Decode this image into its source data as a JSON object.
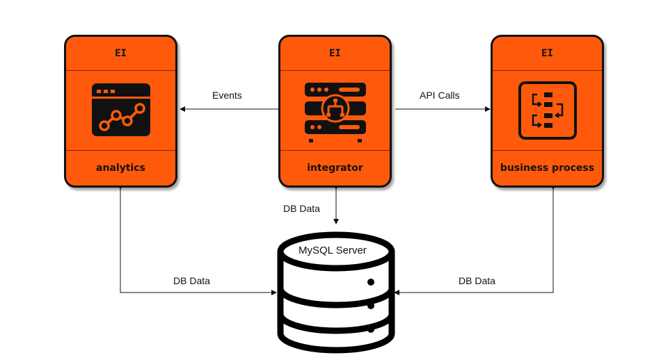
{
  "nodes": {
    "analytics": {
      "header": "EI",
      "label": "analytics",
      "icon": "analytics-chart-icon"
    },
    "integrator": {
      "header": "EI",
      "label": "integrator",
      "icon": "server-rack-icon"
    },
    "business": {
      "header": "EI",
      "label": "business process",
      "icon": "workflow-icon"
    },
    "db": {
      "label": "MySQL Server",
      "icon": "database-icon"
    }
  },
  "edges": {
    "events": "Events",
    "api_calls": "API Calls",
    "db_data_integrator": "DB Data",
    "db_data_analytics": "DB Data",
    "db_data_business": "DB Data"
  },
  "colors": {
    "box_fill": "#ff5a0c",
    "outline": "#111111"
  }
}
